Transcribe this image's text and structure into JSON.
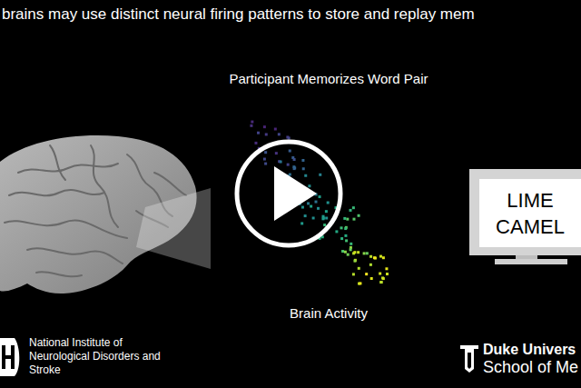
{
  "diagram": {
    "title": "brains may use distinct neural firing patterns to store and replay mem",
    "nodes": [
      {
        "text": [
          "LIME",
          "CAMEL"
        ]
      }
    ],
    "labels": [
      "Participant Memorizes Word Pair",
      "Brain Activity",
      "National Institute of Neurological Disorders and Stroke",
      "Duke Univers",
      "School of Me"
    ]
  }
}
